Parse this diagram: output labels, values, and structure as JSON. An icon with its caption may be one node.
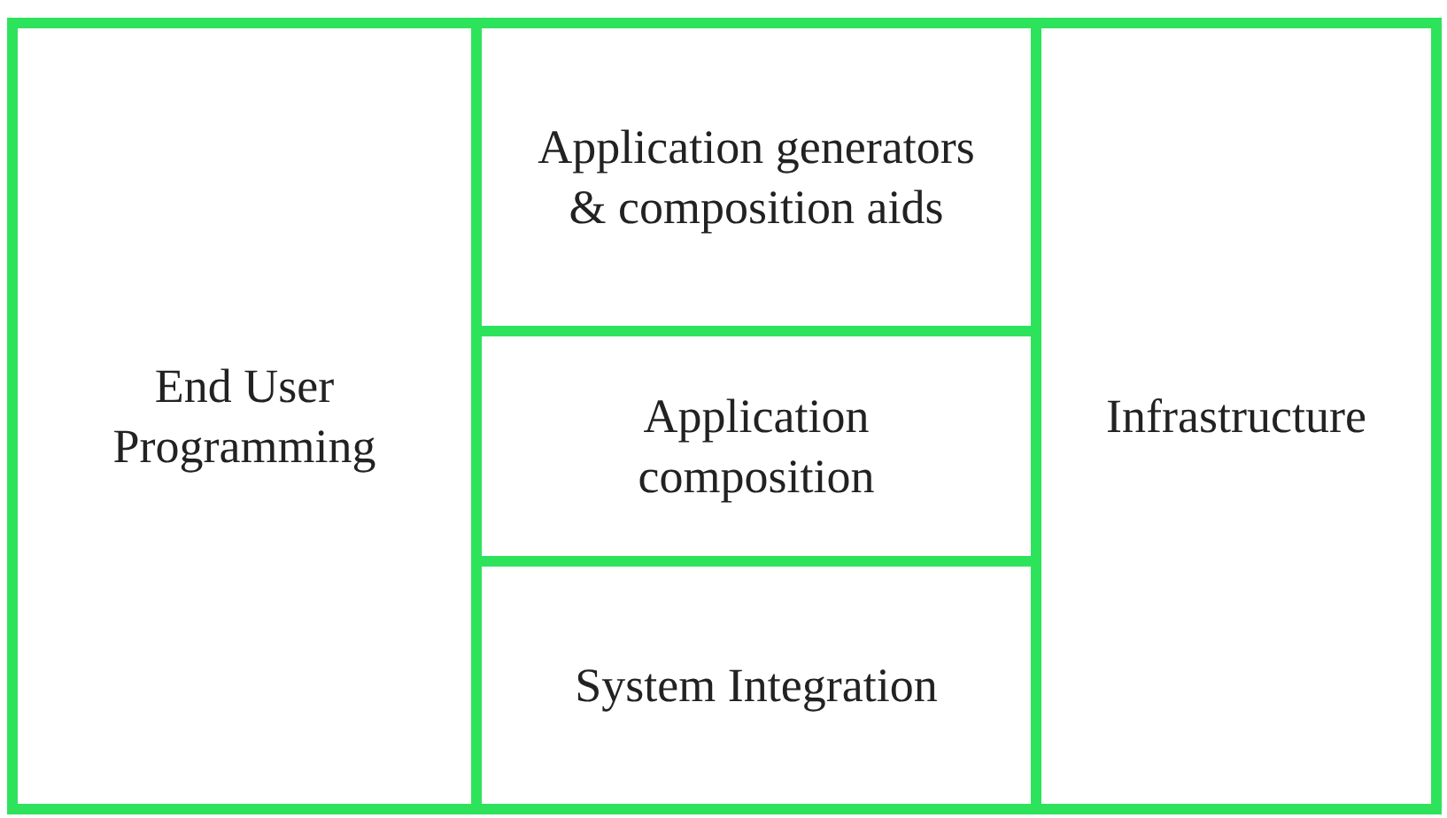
{
  "diagram": {
    "nodes": [
      {
        "text": [
          "End User Programming"
        ]
      },
      {
        "text": [
          "Application generators & composition aids"
        ]
      },
      {
        "text": [
          "Application composition"
        ]
      },
      {
        "text": [
          "System Integration"
        ]
      },
      {
        "text": [
          "Infrastructure"
        ]
      }
    ]
  }
}
